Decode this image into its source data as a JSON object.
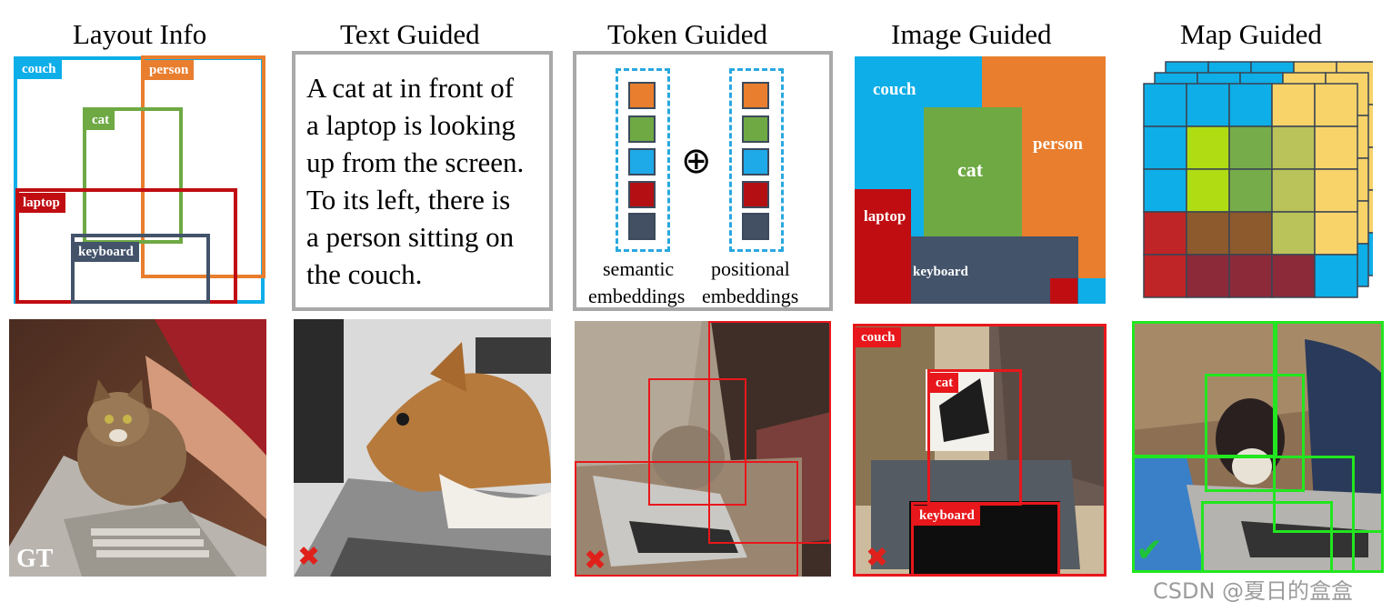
{
  "titles": {
    "layout": "Layout Info",
    "text": "Text Guided",
    "token": "Token Guided",
    "image": "Image Guided",
    "map": "Map Guided"
  },
  "layout_labels": {
    "couch": "couch",
    "person": "person",
    "cat": "cat",
    "laptop": "laptop",
    "keyboard": "keyboard"
  },
  "caption_lines": [
    "A cat at in front of",
    "a laptop is looking",
    "up from the screen.",
    "To its left, there is",
    "a person sitting on",
    "the couch."
  ],
  "token": {
    "plus_symbol": "⊕",
    "semantic_label": "semantic",
    "positional_label": "positional",
    "embeddings_left": "embeddings",
    "embeddings_right": "embeddings",
    "token_colors": [
      "#e87e2e",
      "#6ea944",
      "#1ea9e8",
      "#b40f13",
      "#434f63"
    ]
  },
  "image_guided_labels": {
    "couch": "couch",
    "person": "person",
    "cat": "cat",
    "laptop": "laptop",
    "keyboard": "keyboard"
  },
  "generated_labels": {
    "gt": "GT",
    "couch": "couch",
    "cat": "cat",
    "keyboard": "keyboard"
  },
  "marks": {
    "fail": "✖",
    "success": "✔"
  },
  "watermark": "CSDN @夏日的盒盒",
  "colors": {
    "couch": "#0eaee8",
    "person": "#e87e2e",
    "cat": "#6ea944",
    "laptop": "#c00d12",
    "keyboard": "#43536a",
    "panel_border": "#a9a9a9",
    "fail_box": "#e8171b",
    "success_box": "#22e61f"
  }
}
